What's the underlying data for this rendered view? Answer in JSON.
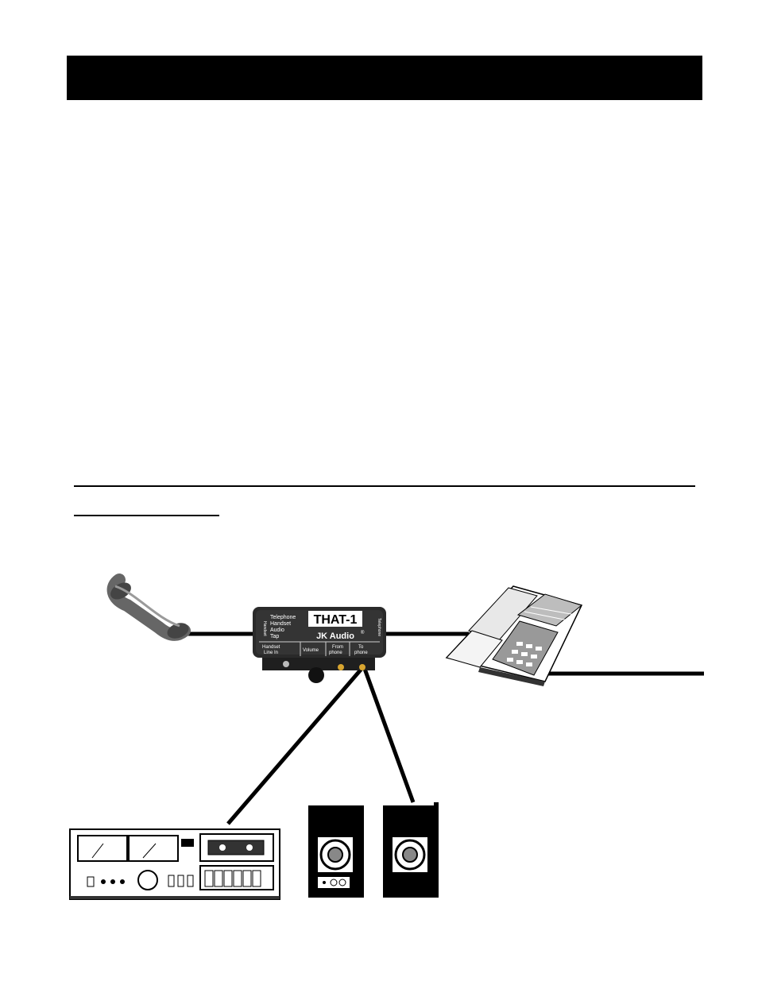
{
  "header": {
    "title": ""
  },
  "section": {
    "heading": ""
  },
  "device": {
    "name": "THAT-1",
    "brand": "JK Audio",
    "trademark": "®",
    "description_lines": [
      "Telephone",
      "Handset",
      "Audio",
      "Tap"
    ],
    "side_left": "Handset",
    "side_right": "Telephone",
    "jack_handset_line_in": [
      "Handset",
      "Line In"
    ],
    "jack_volume": "Volume",
    "jack_from_phone": [
      "From",
      "phone"
    ],
    "jack_to_phone": [
      "To",
      "phone"
    ]
  },
  "icons": [
    "telephone-handset-icon",
    "desk-phone-icon",
    "cassette-deck-icon",
    "speakers-icon"
  ]
}
